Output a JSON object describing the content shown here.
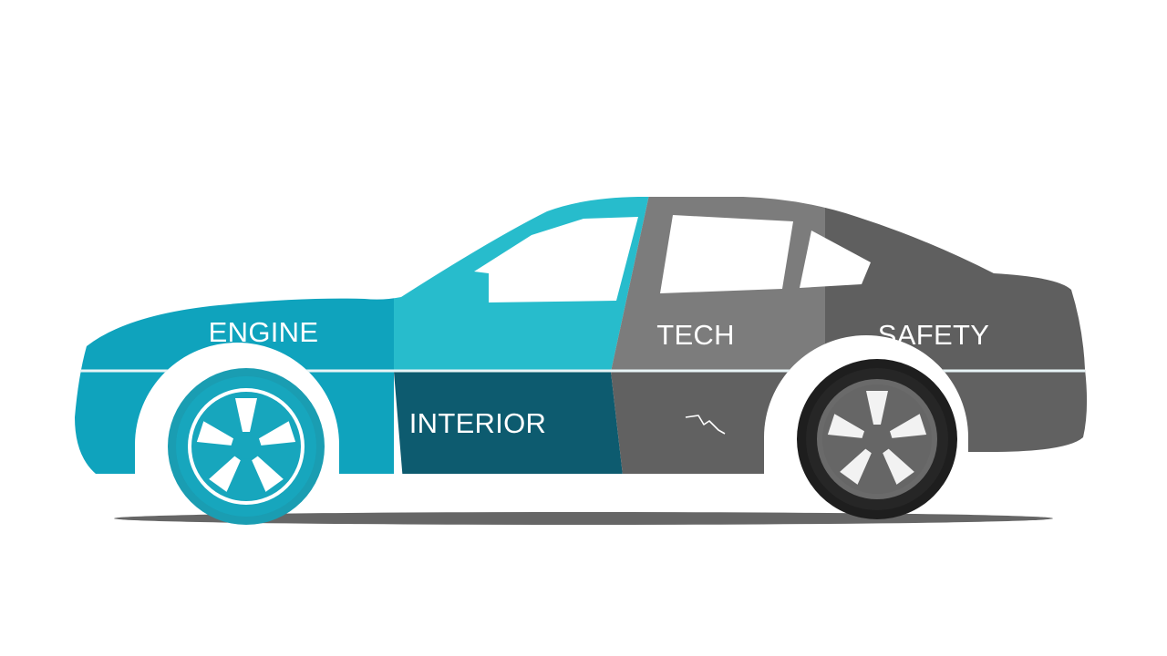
{
  "diagram": {
    "segments": [
      {
        "id": "engine",
        "label": "ENGINE",
        "color": "#0fa3bd"
      },
      {
        "id": "interior",
        "label": "INTERIOR",
        "color": "#0d5b6f"
      },
      {
        "id": "tech",
        "label": "TECH",
        "color": "#7c7c7c"
      },
      {
        "id": "safety",
        "label": "SAFETY",
        "color": "#5f5f5f"
      }
    ],
    "colors": {
      "cabin_teal": "#27bccc",
      "lower_gray": "#616161",
      "shadow": "#555555",
      "window": "#ffffff",
      "front_wheel": "#17a6bd",
      "rear_wheel": "#666666",
      "tire_dark": "#262626"
    }
  }
}
